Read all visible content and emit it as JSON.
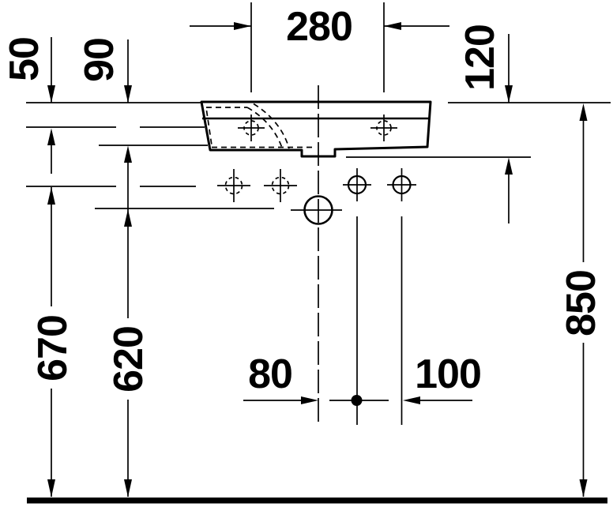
{
  "page": {
    "background": "#ffffff",
    "line_color": "#000000"
  },
  "drawing": {
    "labels": {
      "d280": "280",
      "d50": "50",
      "d90": "90",
      "d120": "120",
      "d670": "670",
      "d620": "620",
      "d850": "850",
      "d80": "80",
      "d100": "100"
    }
  }
}
